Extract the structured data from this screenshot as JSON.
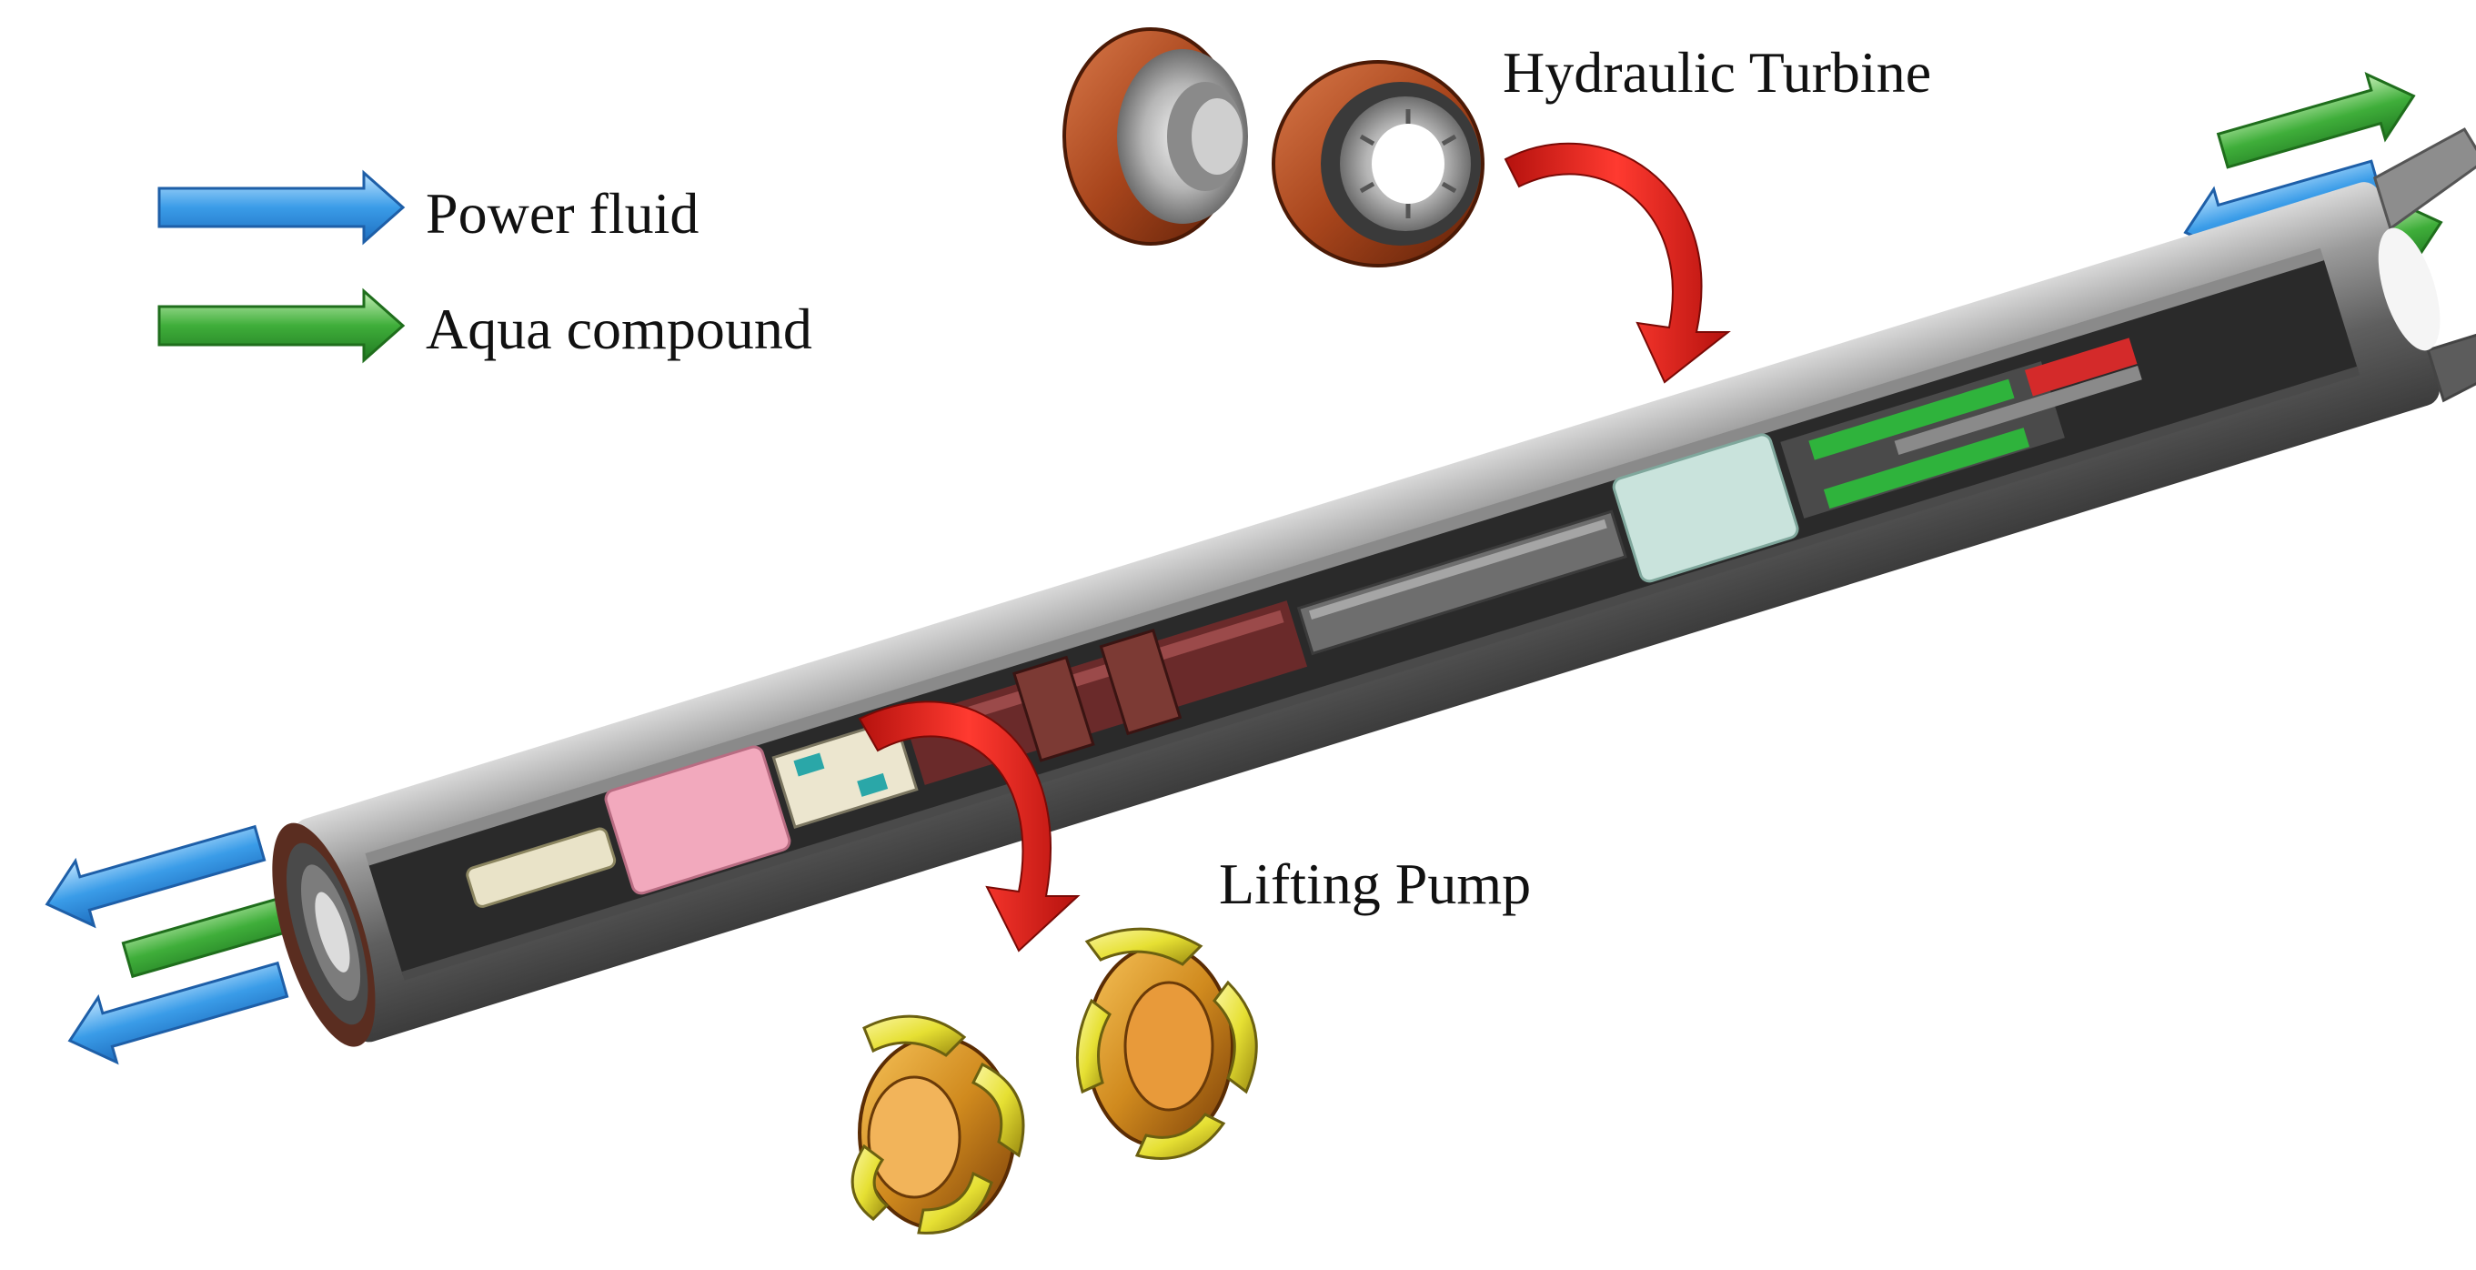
{
  "legend": {
    "items": [
      {
        "label": "Power fluid",
        "color": "#3a9ce8"
      },
      {
        "label": "Aqua compound",
        "color": "#3fae3a"
      }
    ]
  },
  "components": {
    "turbine": {
      "label": "Hydraulic Turbine",
      "body_color": "#a8451c",
      "marker_color": "#c9e3dc"
    },
    "pump": {
      "label": "Lifting Pump",
      "body_color": "#d08a1e",
      "blade_color": "#e6e033",
      "marker_color": "#f2a9bd"
    }
  },
  "colors": {
    "pointer_arrow": "#e8231e",
    "tube_shell": "#7b7b7b",
    "tube_interior": "#2a2a2a",
    "internal_green": "#2fb33c",
    "internal_red": "#d42a2a",
    "internal_maroon": "#6a2a2a"
  }
}
